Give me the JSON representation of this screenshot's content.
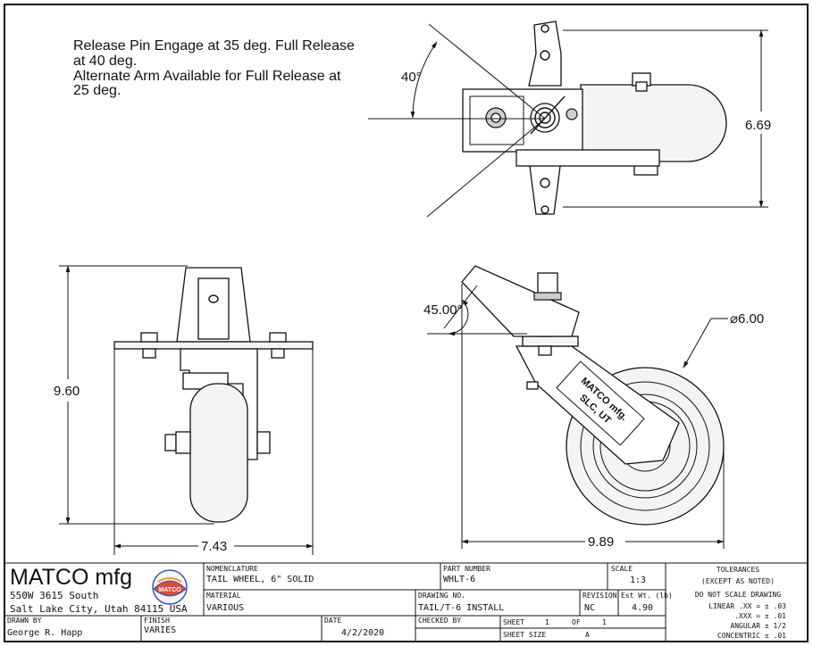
{
  "notes": {
    "line1": "Release Pin Engage at 35 deg.  Full Release",
    "line2": "at 40 deg.",
    "line3": "Alternate Arm Available for Full Release at",
    "line4": "25 deg."
  },
  "dimensions": {
    "top_angle": "40°",
    "top_height": "6.69",
    "front_height": "9.60",
    "front_width": "7.43",
    "side_angle": "45.00°",
    "wheel_diameter": "⌀6.00",
    "side_width": "9.89"
  },
  "wheel_label": {
    "line1": "MATCO mfg.",
    "line2": "SLC, UT"
  },
  "title_block": {
    "company": "MATCO mfg",
    "address1": "550W  3615  South",
    "address2": "Salt  Lake City, Utah 84115  USA",
    "logo_text": "MATCO",
    "nomenclature_label": "NOMENCLATURE",
    "nomenclature": "TAIL WHEEL, 6\" SOLID",
    "part_number_label": "PART NUMBER",
    "part_number": "WHLT-6",
    "scale_label": "SCALE",
    "scale": "1:3",
    "material_label": "MATERIAL",
    "material": "VARIOUS",
    "drawing_no_label": "DRAWING NO.",
    "drawing_no": "TAIL/T-6 INSTALL",
    "revision_label": "REVISION",
    "revision": "NC",
    "est_wt_label": "Est Wt. (lb)",
    "est_wt": "4.90",
    "drawn_by_label": "DRAWN BY",
    "drawn_by": "George R. Happ",
    "finish_label": "FINISH",
    "finish": "VARIES",
    "date_label": "DATE",
    "date": "4/2/2020",
    "checked_by_label": "CHECKED BY",
    "sheet_label": "SHEET",
    "sheet_num": "1",
    "of_label": "OF",
    "sheet_total": "1",
    "sheet_size_label": "SHEET SIZE",
    "sheet_size": "A",
    "tolerances": {
      "title": "TOLERANCES",
      "subtitle": "(EXCEPT AS NOTED)",
      "do_not_scale": "DO NOT SCALE DRAWING",
      "linear_xx": "LINEAR .XX = ± .03",
      "xxx": ".XXX = ± .01",
      "angular": "ANGULAR ± 1/2",
      "concentric": "CONCENTRIC ± .01"
    }
  }
}
